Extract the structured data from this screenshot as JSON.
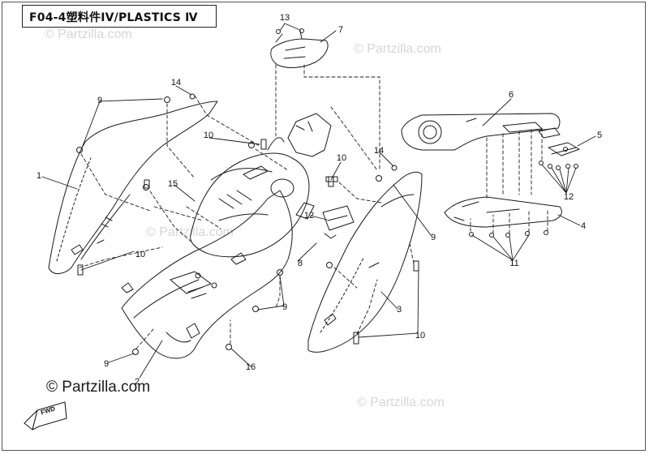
{
  "diagram": {
    "title": "F04-4塑料件IV/PLASTICS Ⅳ",
    "copyright": "© Partzilla.com",
    "watermarks": [
      "© Partzilla.com",
      "© Partzilla.com",
      "© Partzilla.com",
      "© Partzilla.com"
    ],
    "fwd_label": "FWD"
  },
  "callouts": [
    {
      "id": "c1",
      "label": "1"
    },
    {
      "id": "c2",
      "label": "2"
    },
    {
      "id": "c3",
      "label": "3"
    },
    {
      "id": "c4",
      "label": "4"
    },
    {
      "id": "c5",
      "label": "5"
    },
    {
      "id": "c6",
      "label": "6"
    },
    {
      "id": "c7",
      "label": "7"
    },
    {
      "id": "c8",
      "label": "8"
    },
    {
      "id": "c9a",
      "label": "9"
    },
    {
      "id": "c9b",
      "label": "9"
    },
    {
      "id": "c9c",
      "label": "9"
    },
    {
      "id": "c9d",
      "label": "9"
    },
    {
      "id": "c10a",
      "label": "10"
    },
    {
      "id": "c10b",
      "label": "10"
    },
    {
      "id": "c10c",
      "label": "10"
    },
    {
      "id": "c10d",
      "label": "10"
    },
    {
      "id": "c11",
      "label": "11"
    },
    {
      "id": "c12a",
      "label": "12"
    },
    {
      "id": "c12b",
      "label": "12"
    },
    {
      "id": "c13",
      "label": "13"
    },
    {
      "id": "c14a",
      "label": "14"
    },
    {
      "id": "c14b",
      "label": "14"
    },
    {
      "id": "c15",
      "label": "15"
    },
    {
      "id": "c16",
      "label": "16"
    }
  ]
}
